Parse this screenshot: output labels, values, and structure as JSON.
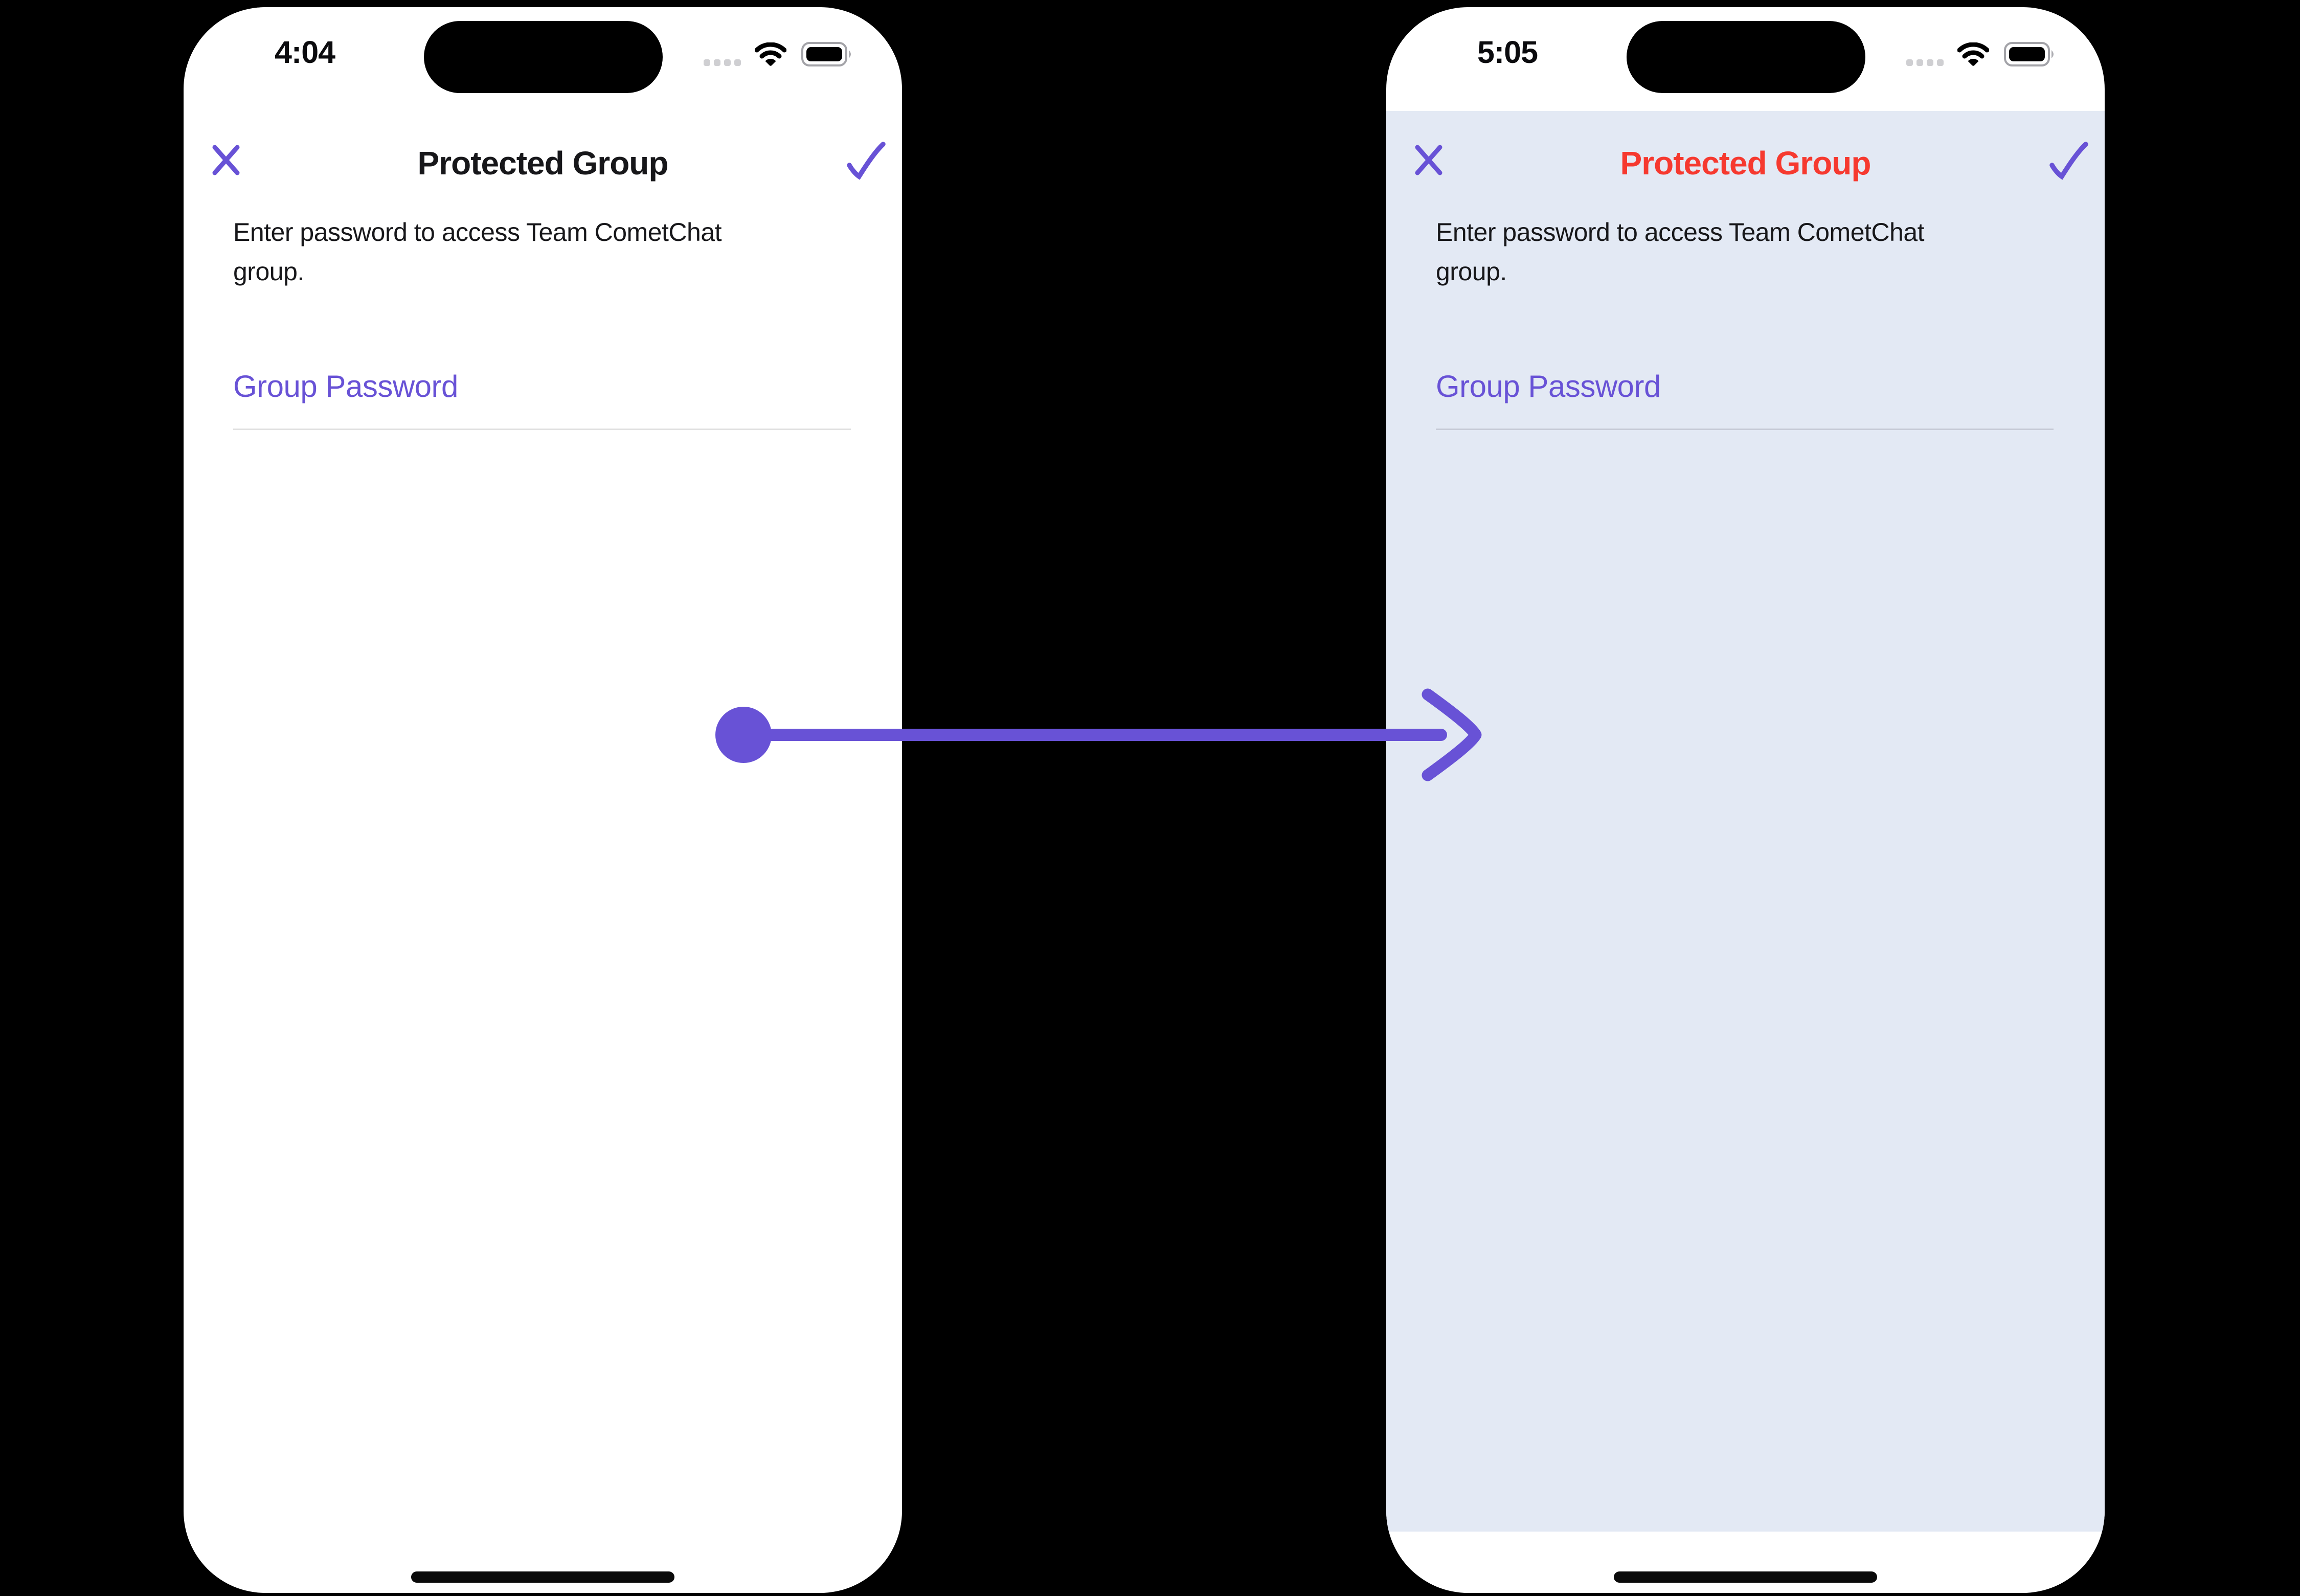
{
  "arrow": {
    "color": "#6852D6",
    "direction": "left-to-right"
  },
  "left_phone": {
    "status_bar": {
      "time": "4:04"
    },
    "header": {
      "title": "Protected Group"
    },
    "description": "Enter password to access Team CometChat\ngroup.",
    "password_field": {
      "placeholder": "Group Password"
    },
    "icons": {
      "close": "x-icon",
      "confirm": "check-icon",
      "cellular": "cellular-signal-icon",
      "wifi": "wifi-icon",
      "battery": "battery-icon"
    },
    "colors": {
      "screen": "#FFFFFF",
      "title": "#17171A",
      "accent": "#6852D6",
      "underline": "#E0E0E0"
    }
  },
  "right_phone": {
    "status_bar": {
      "time": "5:05"
    },
    "header": {
      "title": "Protected Group"
    },
    "description": "Enter password to access Team CometChat\ngroup.",
    "password_field": {
      "placeholder": "Group Password"
    },
    "icons": {
      "close": "x-icon",
      "confirm": "check-icon",
      "cellular": "cellular-signal-icon",
      "wifi": "wifi-icon",
      "battery": "battery-icon"
    },
    "colors": {
      "screen": "#E3E9F4",
      "title": "#F6392F",
      "accent": "#6852D6",
      "underline": "#C6CAD6"
    }
  }
}
